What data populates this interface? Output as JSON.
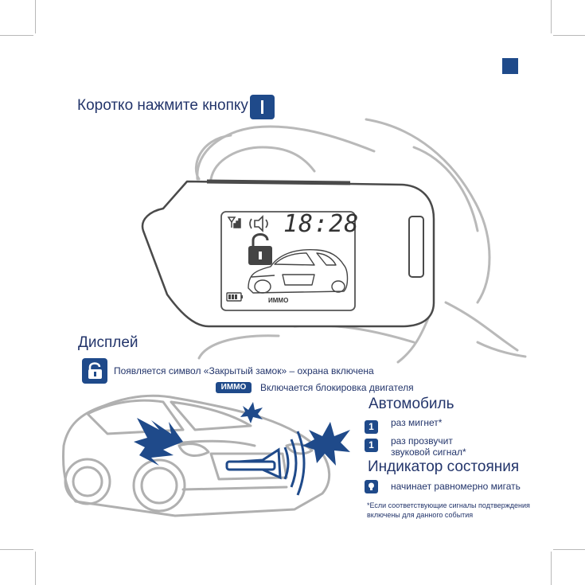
{
  "header": {
    "instruction": "Коротко нажмите кнопку",
    "button_icon": "button-one-icon"
  },
  "device": {
    "time": "18:28",
    "immo": "ИММО"
  },
  "display_section": {
    "title": "Дисплей",
    "lock_text": "Появляется символ «Закрытый замок» – охрана включена",
    "immo_badge": "ИММО",
    "immo_text": "Включается блокировка двигателя"
  },
  "car_section": {
    "title": "Автомобиль",
    "items": [
      {
        "badge": "1",
        "text": "раз мигнет*"
      },
      {
        "badge": "1",
        "line1": "раз прозвучит",
        "line2": "звуковой сигнал*"
      }
    ]
  },
  "indicator_section": {
    "title": "Индикатор состояния",
    "text": "начинает равномерно мигать"
  },
  "footnote": {
    "line1": "*Если соответствующие сигналы подтверждения",
    "line2": "включены для данного события"
  },
  "colors": {
    "accent": "#1f4a8a",
    "outline": "#4a4a4a",
    "gray": "#b5b5b5"
  }
}
